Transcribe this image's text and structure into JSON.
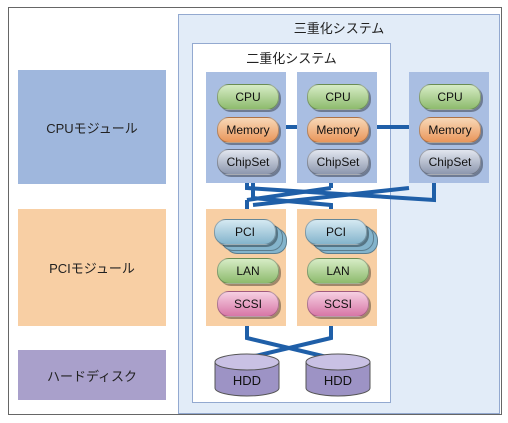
{
  "labels": {
    "triple_system": "三重化システム",
    "dual_system": "二重化システム",
    "cpu_module": "CPUモジュール",
    "pci_module": "PCIモジュール",
    "hard_disk": "ハードディスク"
  },
  "chips": {
    "cpu": "CPU",
    "memory": "Memory",
    "chipset": "ChipSet",
    "pci": "PCI",
    "lan": "LAN",
    "scsi": "SCSI",
    "hdd": "HDD"
  },
  "colors": {
    "cpu_module_bg": "#a9bee2",
    "pci_module_bg": "#f8cfa4",
    "hdd_label_bg": "#a9a0cb",
    "triple_system_bg": "#e2ecf8",
    "link_color": "#1f5fa8"
  }
}
